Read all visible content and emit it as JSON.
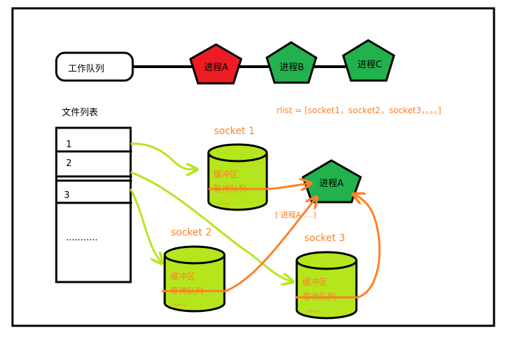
{
  "work_queue": {
    "label": "工作队列"
  },
  "processes": [
    {
      "label": "进程A",
      "color": "#ed1c24"
    },
    {
      "label": "进程B",
      "color": "#22b14c"
    },
    {
      "label": "进程C",
      "color": "#22b14c"
    }
  ],
  "file_list": {
    "title": "文件列表",
    "rows": [
      "1",
      "2",
      "3"
    ],
    "ellipsis": "..........."
  },
  "rlist": "rlist = [socket1，socket2，socket3，。。。]",
  "sockets": [
    {
      "name": "socket 1",
      "buffer": "缓冲区",
      "wait_queue": "等待队列",
      "dots": "。。。。"
    },
    {
      "name": "socket 2",
      "buffer": "缓冲区",
      "wait_queue": "等待队列",
      "dots": "。。。。"
    },
    {
      "name": "socket 3",
      "buffer": "缓冲区",
      "wait_queue": "等待队列",
      "dots": "。。。。"
    }
  ],
  "blocked_process": {
    "label": "进程A",
    "color": "#22b14c"
  },
  "process_list_label": "[ 进程A ....]",
  "colors": {
    "cylinder_fill": "#b5e61d",
    "arrow_green": "#b5e61d",
    "arrow_orange": "#ff7f27",
    "text_orange": "#ff7f27"
  }
}
